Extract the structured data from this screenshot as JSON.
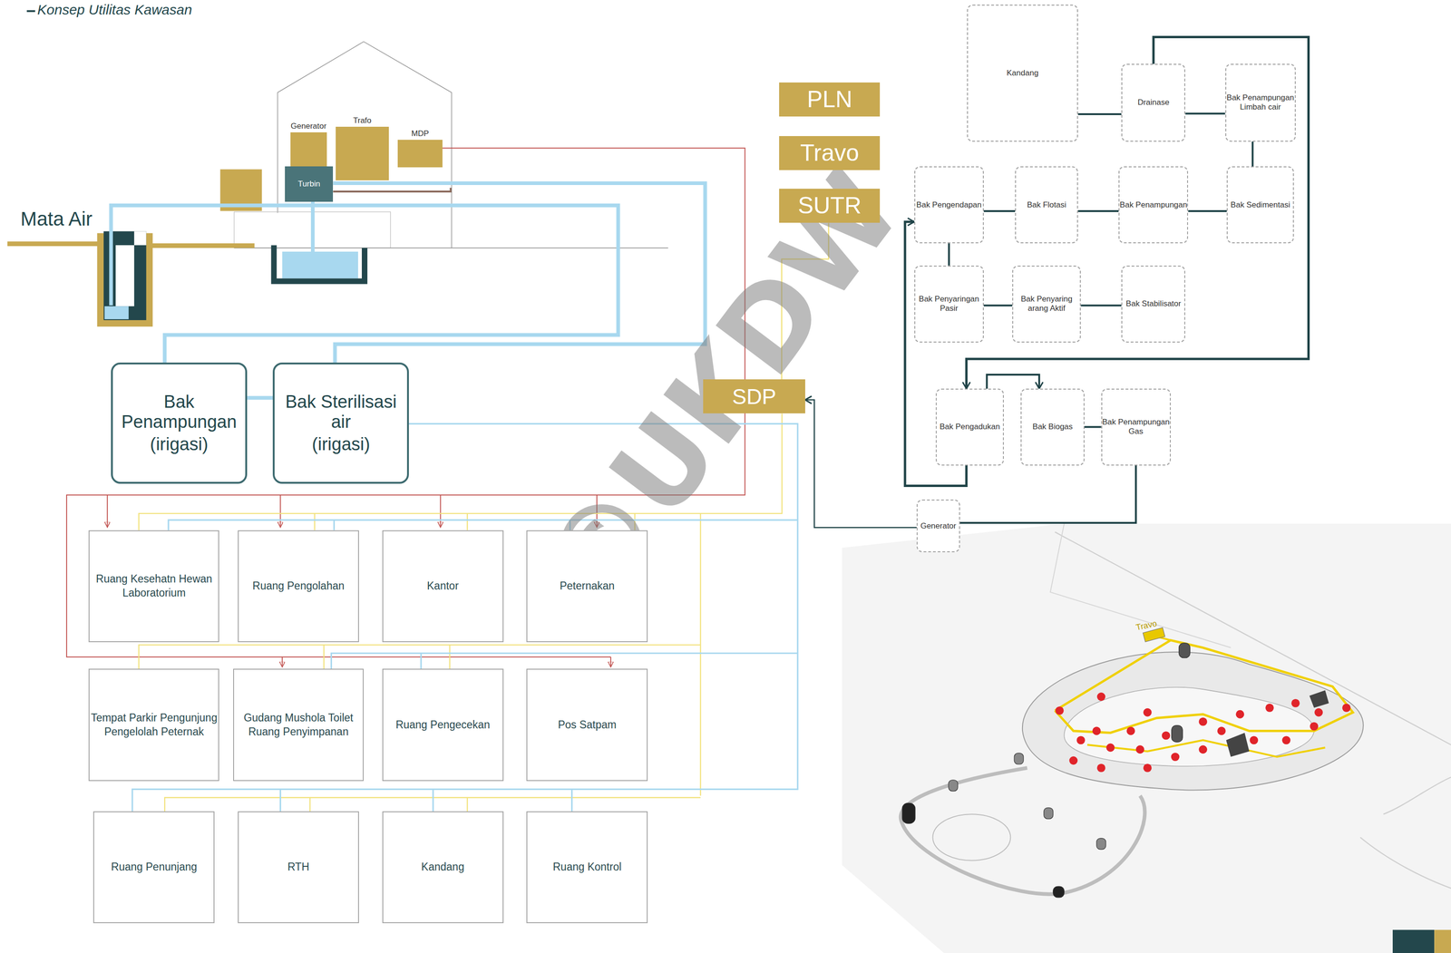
{
  "diagram": {
    "title": "Konsep Utilitas Kawasan",
    "nodes": [
      {
        "text": [
          "Generator"
        ]
      },
      {
        "text": [
          "Trafo"
        ]
      },
      {
        "text": [
          "MDP"
        ]
      },
      {
        "text": [
          "Turbin"
        ]
      },
      {
        "text": [
          "PLN"
        ]
      },
      {
        "text": [
          "Travo"
        ]
      },
      {
        "text": [
          "SUTR"
        ]
      },
      {
        "text": [
          "Kandang"
        ]
      },
      {
        "text": [
          "Drainase"
        ]
      },
      {
        "text": [
          "Bak Penampungan Limbah cair"
        ]
      },
      {
        "text": [
          "Bak Pengendapan"
        ]
      },
      {
        "text": [
          "Bak Flotasi"
        ]
      },
      {
        "text": [
          "Bak Penampungan"
        ]
      },
      {
        "text": [
          "Bak Sedimentasi"
        ]
      },
      {
        "text": [
          "Bak Penyaringan Pasir"
        ]
      },
      {
        "text": [
          "Bak Penyaring arang Aktif"
        ]
      },
      {
        "text": [
          "Bak Stabilisator"
        ]
      },
      {
        "text": [
          "Bak Penampungan",
          "(irigasi)"
        ]
      },
      {
        "text": [
          "Bak Sterilisasi air",
          "(irigasi)"
        ]
      },
      {
        "text": [
          "SDP"
        ]
      },
      {
        "text": [
          "Bak Pengadukan"
        ]
      },
      {
        "text": [
          "Bak Biogas"
        ]
      },
      {
        "text": [
          "Bak Penampungan Gas"
        ]
      },
      {
        "text": [
          "Generator"
        ]
      },
      {
        "text": [
          "Ruang Kesehatn Hewan Laboratorium"
        ]
      },
      {
        "text": [
          "Ruang Pengolahan"
        ]
      },
      {
        "text": [
          "Kantor"
        ]
      },
      {
        "text": [
          "Peternakan"
        ]
      },
      {
        "text": [
          "Tempat Parkir Pengunjung Pengelolah Peternak"
        ]
      },
      {
        "text": [
          "Gudang Mushola Toilet Ruang Penyimpanan"
        ]
      },
      {
        "text": [
          "Ruang Pengecekan"
        ]
      },
      {
        "text": [
          "Pos Satpam"
        ]
      },
      {
        "text": [
          "Ruang Penunjang"
        ]
      },
      {
        "text": [
          "RTH"
        ]
      },
      {
        "text": [
          "Kandang"
        ]
      },
      {
        "text": [
          "Ruang Kontrol"
        ]
      }
    ],
    "edges": [
      {
        "from": 7,
        "to": 8,
        "arrow": "none"
      },
      {
        "from": 8,
        "to": 9,
        "arrow": "none"
      },
      {
        "from": 9,
        "to": 13,
        "arrow": "none"
      },
      {
        "from": 13,
        "to": 12,
        "arrow": "none"
      },
      {
        "from": 12,
        "to": 11,
        "arrow": "none"
      },
      {
        "from": 11,
        "to": 10,
        "arrow": "none"
      },
      {
        "from": 10,
        "to": 14,
        "arrow": "none"
      },
      {
        "from": 14,
        "to": 15,
        "arrow": "none"
      },
      {
        "from": 15,
        "to": 16,
        "arrow": "none"
      },
      {
        "from": 8,
        "to": 20,
        "arrow": "to"
      },
      {
        "from": 20,
        "to": 21,
        "arrow": "to"
      },
      {
        "from": 21,
        "to": 22,
        "arrow": "none"
      },
      {
        "from": 22,
        "to": 23,
        "arrow": "none"
      },
      {
        "from": 23,
        "to": 19,
        "arrow": "to"
      },
      {
        "from": 20,
        "to": 10,
        "arrow": "to"
      },
      {
        "from": 6,
        "to": 19,
        "arrow": "none"
      },
      {
        "from": 17,
        "to": 18,
        "arrow": "none"
      }
    ],
    "labels": [
      "Mata Air",
      "Travo",
      "©UKDW"
    ]
  }
}
